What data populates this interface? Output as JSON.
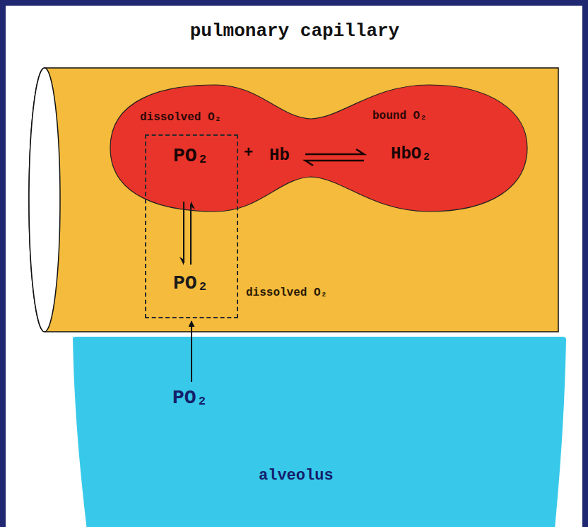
{
  "diagram": {
    "nodes": [
      {
        "text": [
          "pulmonary capillary"
        ]
      },
      {
        "text": [
          "dissolved O₂",
          "bound O₂",
          "+",
          "Hb",
          "HbO₂"
        ],
        "in": 0
      },
      {
        "text": [
          "PO₂",
          "PO₂"
        ],
        "in": 0
      },
      {
        "text": [
          "PO₂",
          "alveolus"
        ]
      }
    ],
    "edges": [
      {
        "from": 3,
        "to": 2,
        "arrow": "to"
      }
    ],
    "labels": [
      "dissolved O₂"
    ]
  }
}
